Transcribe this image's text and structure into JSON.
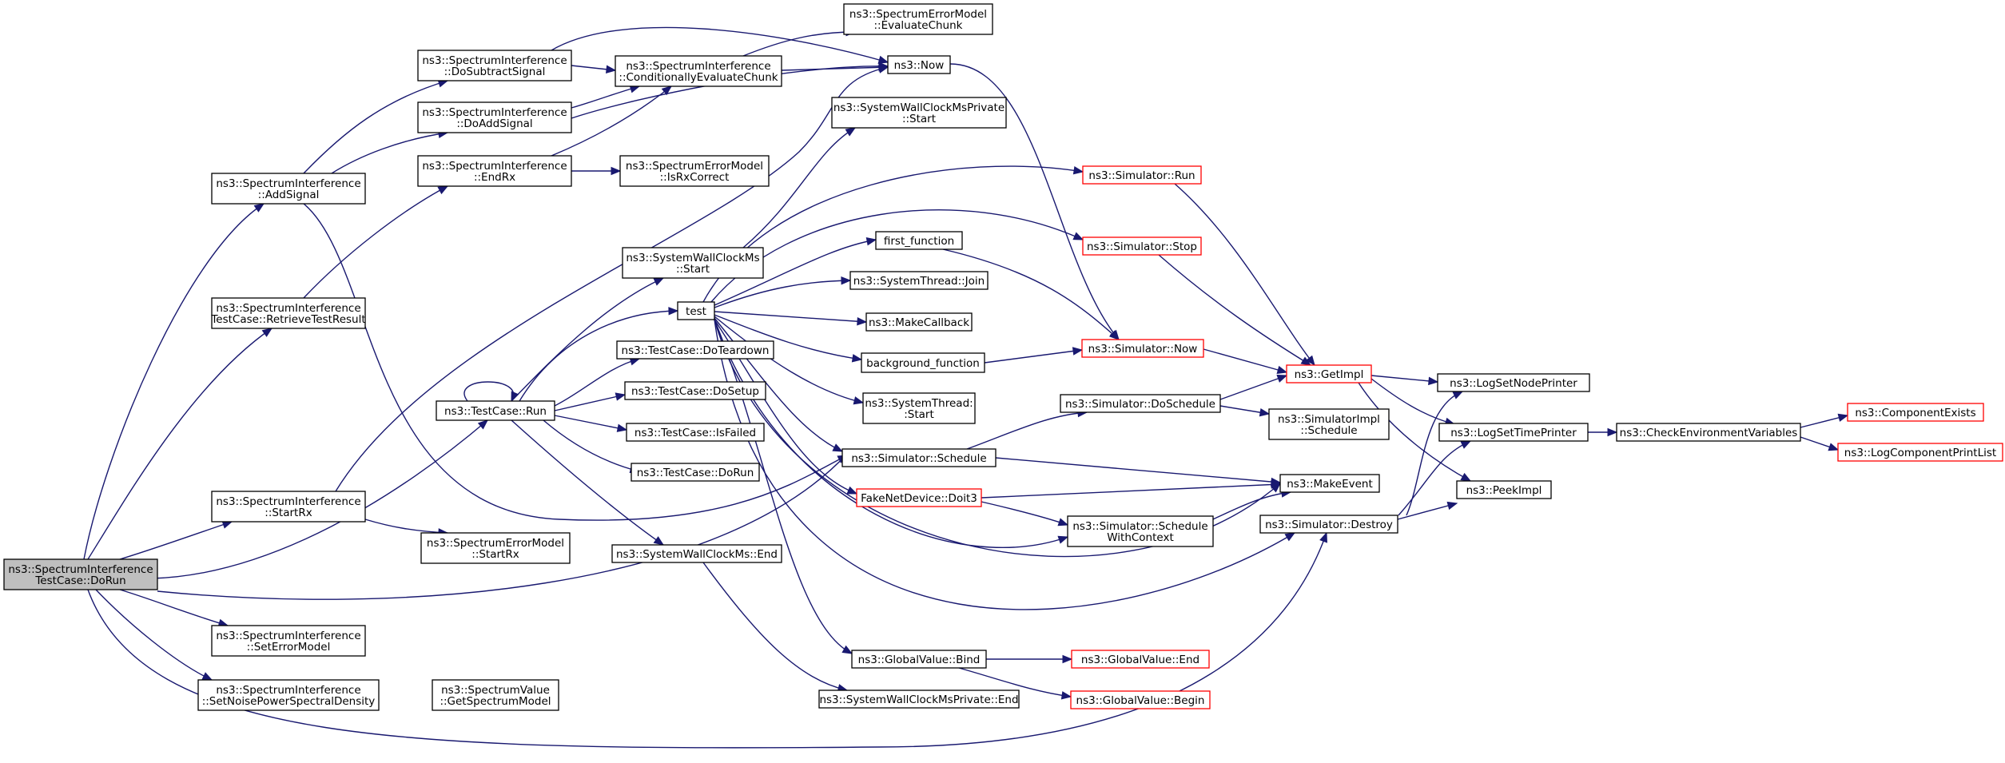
{
  "colors": {
    "edge": "#191970",
    "root_fill": "#bfbfbf",
    "highlight_border": "#ff0000",
    "node_border": "#000000"
  },
  "nodes": {
    "root": {
      "lines": [
        "ns3::SpectrumInterference",
        "TestCase::DoRun"
      ]
    },
    "addsignal": {
      "lines": [
        "ns3::SpectrumInterference",
        "::AddSignal"
      ]
    },
    "retrieve": {
      "lines": [
        "ns3::SpectrumInterference",
        "TestCase::RetrieveTestResult"
      ]
    },
    "startrx": {
      "lines": [
        "ns3::SpectrumInterference",
        "::StartRx"
      ]
    },
    "seterrormodel": {
      "lines": [
        "ns3::SpectrumInterference",
        "::SetErrorModel"
      ]
    },
    "setnoise": {
      "lines": [
        "ns3::SpectrumInterference",
        "::SetNoisePowerSpectralDensity"
      ]
    },
    "dosubtract": {
      "lines": [
        "ns3::SpectrumInterference",
        "::DoSubtractSignal"
      ]
    },
    "doadd": {
      "lines": [
        "ns3::SpectrumInterference",
        "::DoAddSignal"
      ]
    },
    "endrx": {
      "lines": [
        "ns3::SpectrumInterference",
        "::EndRx"
      ]
    },
    "tcrun": {
      "lines": [
        "ns3::TestCase::Run"
      ]
    },
    "getspectrummodel": {
      "lines": [
        "ns3::SpectrumValue",
        "::GetSpectrumModel"
      ]
    },
    "errstartrx": {
      "lines": [
        "ns3::SpectrumErrorModel",
        "::StartRx"
      ]
    },
    "condeval": {
      "lines": [
        "ns3::SpectrumInterference",
        "::ConditionallyEvaluateChunk"
      ]
    },
    "isrxcorrect": {
      "lines": [
        "ns3::SpectrumErrorModel",
        "::IsRxCorrect"
      ]
    },
    "swcstart": {
      "lines": [
        "ns3::SystemWallClockMs",
        "::Start"
      ]
    },
    "test": {
      "lines": [
        "test"
      ]
    },
    "doteardown": {
      "lines": [
        "ns3::TestCase::DoTeardown"
      ]
    },
    "dosetup": {
      "lines": [
        "ns3::TestCase::DoSetup"
      ]
    },
    "isfailed": {
      "lines": [
        "ns3::TestCase::IsFailed"
      ]
    },
    "tcdorun": {
      "lines": [
        "ns3::TestCase::DoRun"
      ]
    },
    "swcend": {
      "lines": [
        "ns3::SystemWallClockMs::End"
      ]
    },
    "evalchunk": {
      "lines": [
        "ns3::SpectrumErrorModel",
        "::EvaluateChunk"
      ]
    },
    "now": {
      "lines": [
        "ns3::Now"
      ]
    },
    "swcpstart": {
      "lines": [
        "ns3::SystemWallClockMsPrivate",
        "::Start"
      ]
    },
    "firstfn": {
      "lines": [
        "first_function"
      ]
    },
    "stjoin": {
      "lines": [
        "ns3::SystemThread::Join"
      ]
    },
    "makecallback": {
      "lines": [
        "ns3::MakeCallback"
      ]
    },
    "bgfn": {
      "lines": [
        "background_function"
      ]
    },
    "ststart": {
      "lines": [
        "ns3::SystemThread:",
        ":Start"
      ]
    },
    "simschedule": {
      "lines": [
        "ns3::Simulator::Schedule"
      ]
    },
    "doit3": {
      "lines": [
        "FakeNetDevice::Doit3"
      ]
    },
    "gvbind": {
      "lines": [
        "ns3::GlobalValue::Bind"
      ]
    },
    "swcpend": {
      "lines": [
        "ns3::SystemWallClockMsPrivate::End"
      ]
    },
    "simrun": {
      "lines": [
        "ns3::Simulator::Run"
      ]
    },
    "simstop": {
      "lines": [
        "ns3::Simulator::Stop"
      ]
    },
    "simnow": {
      "lines": [
        "ns3::Simulator::Now"
      ]
    },
    "dosched": {
      "lines": [
        "ns3::Simulator::DoSchedule"
      ]
    },
    "schedwc": {
      "lines": [
        "ns3::Simulator::Schedule",
        "WithContext"
      ]
    },
    "gvend": {
      "lines": [
        "ns3::GlobalValue::End"
      ]
    },
    "gvbegin": {
      "lines": [
        "ns3::GlobalValue::Begin"
      ]
    },
    "getimpl": {
      "lines": [
        "ns3::GetImpl"
      ]
    },
    "simimplsched": {
      "lines": [
        "ns3::SimulatorImpl",
        "::Schedule"
      ]
    },
    "makeevent": {
      "lines": [
        "ns3::MakeEvent"
      ]
    },
    "destroy": {
      "lines": [
        "ns3::Simulator::Destroy"
      ]
    },
    "lognode": {
      "lines": [
        "ns3::LogSetNodePrinter"
      ]
    },
    "logtime": {
      "lines": [
        "ns3::LogSetTimePrinter"
      ]
    },
    "peekimpl": {
      "lines": [
        "ns3::PeekImpl"
      ]
    },
    "checkenv": {
      "lines": [
        "ns3::CheckEnvironmentVariables"
      ]
    },
    "compexists": {
      "lines": [
        "ns3::ComponentExists"
      ]
    },
    "logcomplist": {
      "lines": [
        "ns3::LogComponentPrintList"
      ]
    }
  }
}
